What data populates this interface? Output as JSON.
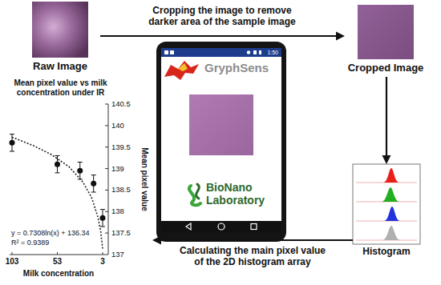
{
  "diagram": {
    "nodes": [
      {
        "text": [
          "Raw Image"
        ]
      },
      {
        "text": [
          "Cropped Image"
        ]
      },
      {
        "text": [
          "GryphSens",
          "BioNano Laboratory"
        ]
      },
      {
        "text": [
          "Histogram"
        ]
      },
      {
        "text": [
          "Mean pixel value vs milk concentration under IR"
        ]
      }
    ],
    "edges": [
      {
        "from": 0,
        "to": 1,
        "arrow": "to",
        "label": "Cropping the image to remove darker area of the sample image"
      },
      {
        "from": 1,
        "to": 3,
        "arrow": "to"
      },
      {
        "from": 3,
        "to": 4,
        "arrow": "to",
        "label": "Calculating the main pixel value of the 2D histogram array"
      }
    ],
    "labels": [
      "1:50",
      "140.5",
      "140",
      "139.5",
      "139",
      "138.5",
      "138",
      "137.5",
      "137",
      "Mean pixel value",
      "103",
      "53",
      "3",
      "Milk concentration",
      "y = 0.7308ln(x) + 136.34",
      "R² = 0.9389"
    ]
  }
}
